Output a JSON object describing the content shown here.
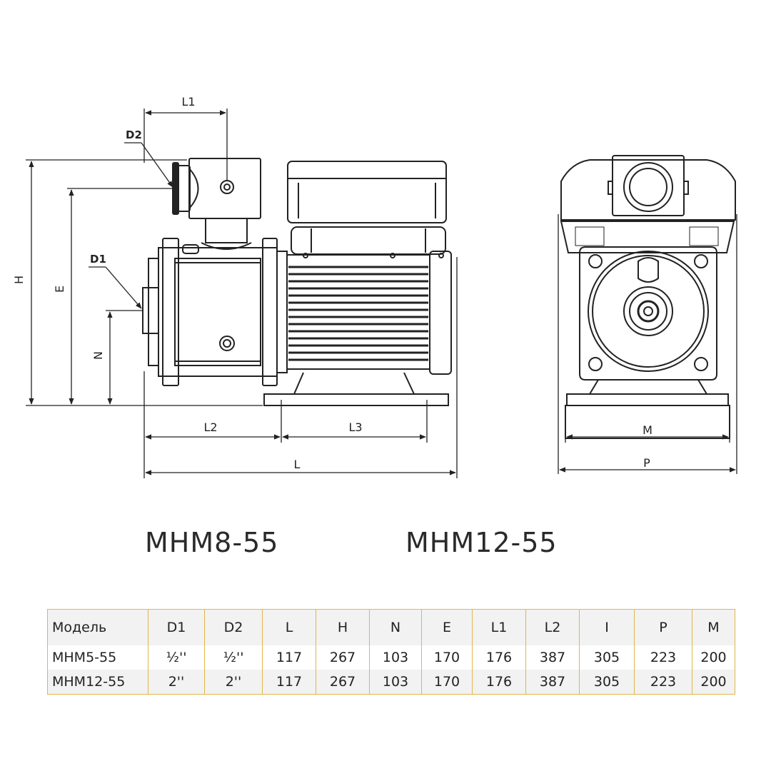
{
  "dimension_labels": {
    "L1": "L1",
    "D2": "D2",
    "D1": "D1",
    "H": "H",
    "E": "E",
    "N": "N",
    "L2": "L2",
    "L3": "L3",
    "L": "L",
    "M": "M",
    "P": "P"
  },
  "titles": {
    "left": "MHM8-55",
    "right": "MHM12-55"
  },
  "table": {
    "headers": [
      "Модель",
      "D1",
      "D2",
      "L",
      "H",
      "N",
      "E",
      "L1",
      "L2",
      "I",
      "P",
      "M"
    ],
    "rows": [
      [
        "MHM5-55",
        "½''",
        "½''",
        "117",
        "267",
        "103",
        "170",
        "176",
        "387",
        "305",
        "223",
        "200"
      ],
      [
        "MHM12-55",
        "2''",
        "2''",
        "117",
        "267",
        "103",
        "170",
        "176",
        "387",
        "305",
        "223",
        "200"
      ]
    ]
  }
}
